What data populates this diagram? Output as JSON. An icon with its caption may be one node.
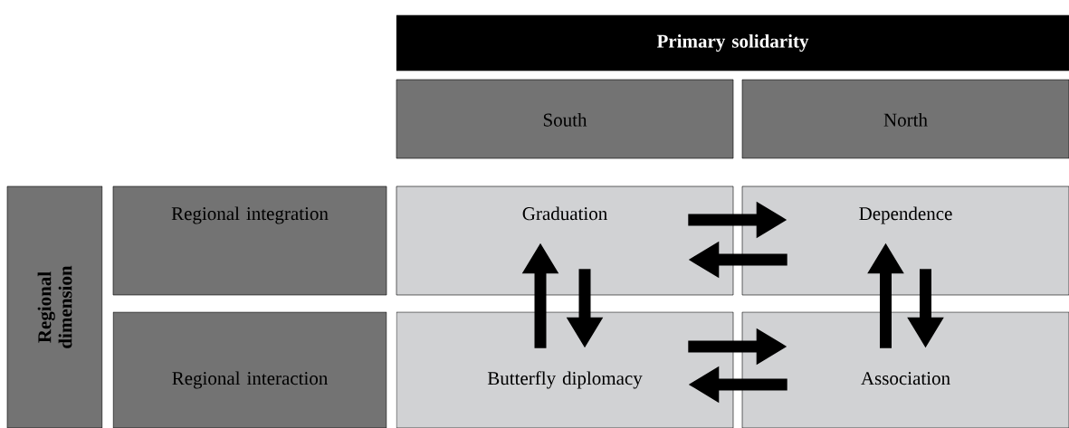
{
  "diagram": {
    "nodes": [
      {
        "text": [
          "Primary solidarity"
        ]
      },
      {
        "text": [
          "South"
        ]
      },
      {
        "text": [
          "North"
        ]
      },
      {
        "text": [
          "Regional dimension"
        ]
      },
      {
        "text": [
          "Regional integration"
        ]
      },
      {
        "text": [
          "Graduation"
        ]
      },
      {
        "text": [
          "Dependence"
        ]
      },
      {
        "text": [
          "Regional interaction"
        ]
      },
      {
        "text": [
          "Butterfly diplomacy"
        ]
      },
      {
        "text": [
          "Association"
        ]
      }
    ],
    "edges": [
      {
        "from": 5,
        "to": 6,
        "arrow": "to"
      },
      {
        "from": 6,
        "to": 5,
        "arrow": "to"
      },
      {
        "from": 8,
        "to": 5,
        "arrow": "to"
      },
      {
        "from": 5,
        "to": 8,
        "arrow": "to"
      },
      {
        "from": 6,
        "to": 9,
        "arrow": "to"
      },
      {
        "from": 9,
        "to": 6,
        "arrow": "to"
      },
      {
        "from": 8,
        "to": 9,
        "arrow": "to"
      },
      {
        "from": 9,
        "to": 8,
        "arrow": "to"
      }
    ]
  }
}
